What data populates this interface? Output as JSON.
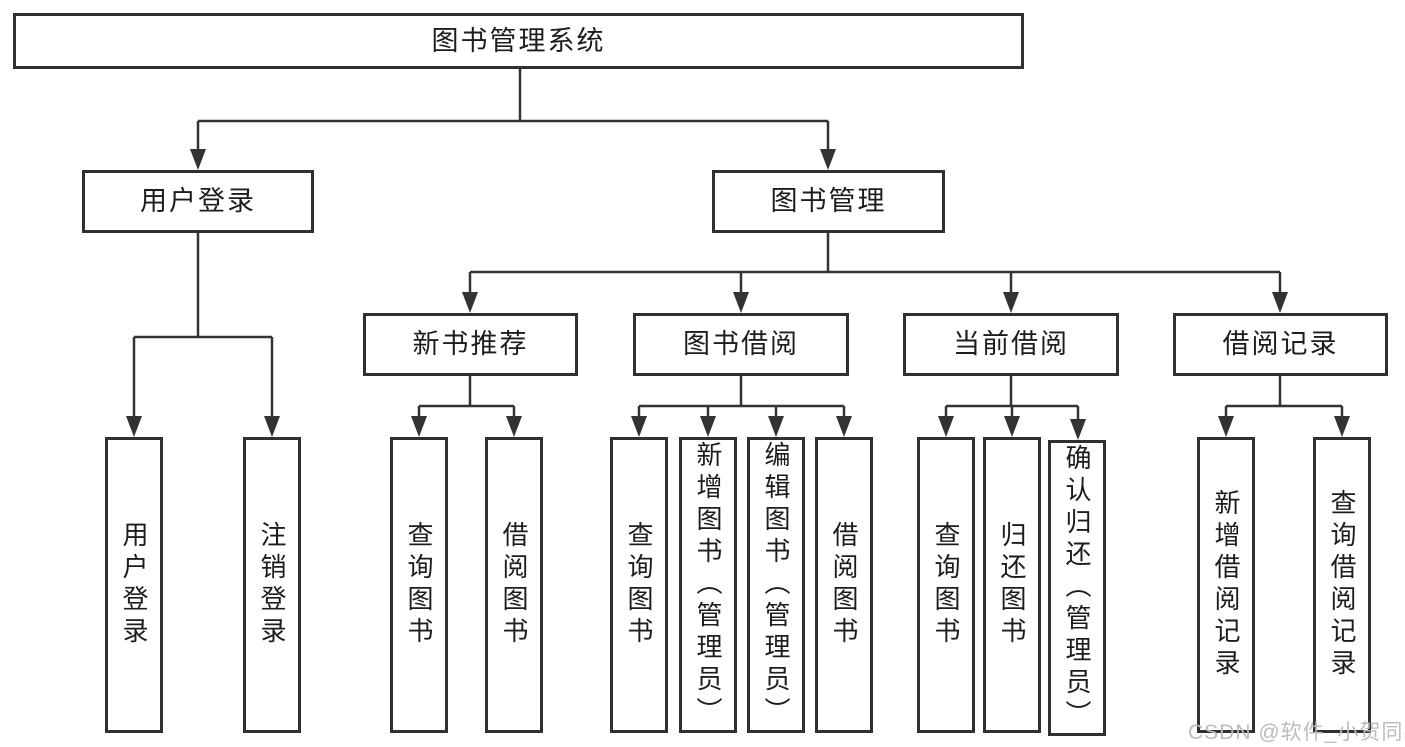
{
  "diagram": {
    "type": "hierarchy-tree",
    "root": {
      "label": "图书管理系统",
      "children": [
        {
          "label": "用户登录",
          "children": [
            {
              "label": "用户登录"
            },
            {
              "label": "注销登录"
            }
          ]
        },
        {
          "label": "图书管理",
          "children": [
            {
              "label": "新书推荐",
              "children": [
                {
                  "label": "查询图书"
                },
                {
                  "label": "借阅图书"
                }
              ]
            },
            {
              "label": "图书借阅",
              "children": [
                {
                  "label": "查询图书"
                },
                {
                  "label": "新增图书（管理员）"
                },
                {
                  "label": "编辑图书（管理员）"
                },
                {
                  "label": "借阅图书"
                }
              ]
            },
            {
              "label": "当前借阅",
              "children": [
                {
                  "label": "查询图书"
                },
                {
                  "label": "归还图书"
                },
                {
                  "label": "确认归还（管理员）"
                }
              ]
            },
            {
              "label": "借阅记录",
              "children": [
                {
                  "label": "新增借阅记录"
                },
                {
                  "label": "查询借阅记录"
                }
              ]
            }
          ]
        }
      ]
    }
  },
  "watermark": {
    "text": "CSDN @软件_小贺同学"
  },
  "colors": {
    "background": "#ffffff",
    "line": "#333333",
    "box_border": "#303030",
    "text": "#1d1d1d",
    "watermark": "#bcbcbc"
  }
}
